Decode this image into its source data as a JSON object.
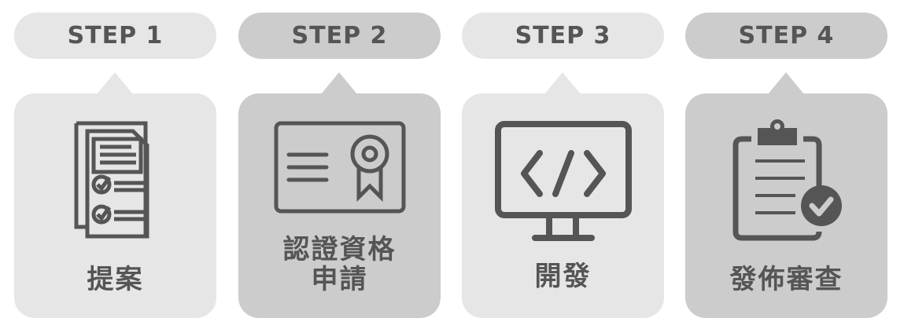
{
  "steps": [
    {
      "step": "STEP 1",
      "label_lines": [
        "提案"
      ],
      "icon": "documents-checklist-icon"
    },
    {
      "step": "STEP 2",
      "label_lines": [
        "認證資格",
        "申請"
      ],
      "icon": "certificate-icon"
    },
    {
      "step": "STEP 3",
      "label_lines": [
        "開發"
      ],
      "icon": "monitor-code-icon"
    },
    {
      "step": "STEP 4",
      "label_lines": [
        "發佈審查"
      ],
      "icon": "clipboard-check-icon"
    }
  ],
  "colors": {
    "light": "#e6e6e6",
    "dark": "#cccccc",
    "text": "#555555"
  }
}
